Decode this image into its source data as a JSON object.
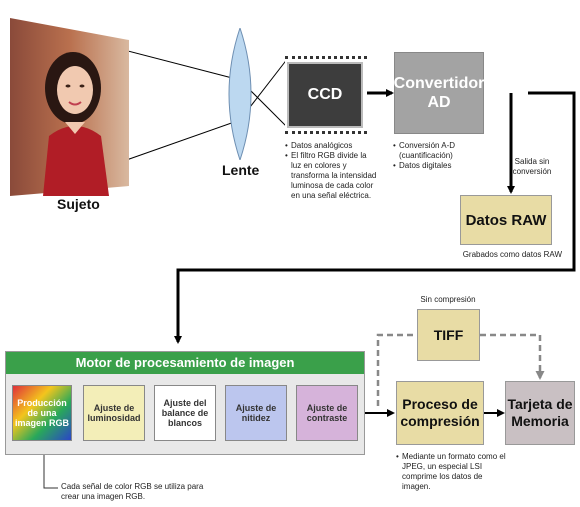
{
  "subject": {
    "label": "Sujeto"
  },
  "lens": {
    "label": "Lente"
  },
  "ccd": {
    "label": "CCD",
    "notes": [
      "Datos analógicos",
      "El filtro RGB divide la luz en colores y transforma la intensidad luminosa de cada color en una señal eléctrica."
    ]
  },
  "ad": {
    "line1": "Convertidor",
    "line2": "AD",
    "notes": [
      "Conversión A-D (cuantificación)",
      "Datos digitales"
    ]
  },
  "raw_output": {
    "label": "Salida sin conversión"
  },
  "raw": {
    "label": "Datos RAW",
    "caption": "Grabados como datos RAW"
  },
  "engine": {
    "title": "Motor de procesamiento de imagen",
    "steps": [
      "Producción de una imagen RGB",
      "Ajuste de luminosidad",
      "Ajuste del balance de blancos",
      "Ajuste de nitidez",
      "Ajuste de contraste"
    ],
    "note": "Cada señal de color RGB se utiliza para crear una imagen RGB."
  },
  "tiff": {
    "label": "TIFF",
    "caption": "Sin compresión"
  },
  "compression": {
    "label": "Proceso de compresión",
    "note": "Mediante un formato como el JPEG, un especial LSI comprime los datos de imagen."
  },
  "memory": {
    "label": "Tarjeta de Memoria"
  },
  "colors": {
    "ccd_chip": "#3d3d3d",
    "ad_box": "#a3a3a3",
    "raw_box": "#e8dca5",
    "engine_header": "#3aa04a",
    "engine_body": "#e8e8e8",
    "tiff_box": "#e8dca5",
    "compression_box": "#e8dca5",
    "memory_box": "#c9c0c3",
    "step_blue": "#bcc6ee",
    "step_purple": "#d6b3da",
    "step_yellow": "#f3eeb8"
  }
}
